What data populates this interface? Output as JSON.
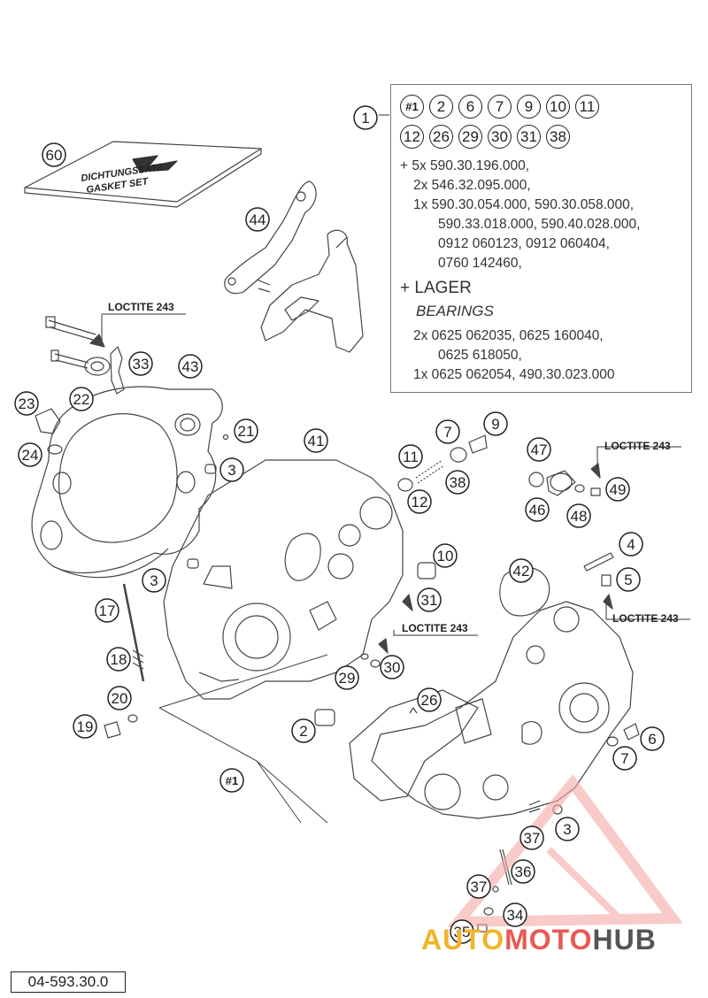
{
  "info_box": {
    "callout": "1",
    "row1": [
      "#1",
      "2",
      "6",
      "7",
      "9",
      "10",
      "11"
    ],
    "row2": [
      "12",
      "26",
      "29",
      "30",
      "31",
      "38"
    ],
    "lines": [
      "+ 5x 590.30.196.000,",
      "2x 546.32.095.000,",
      "1x 590.30.054.000, 590.30.058.000,",
      "590.33.018.000, 590.40.028.000,",
      "0912 060123, 0912 060404,",
      "0760 142460,"
    ],
    "bearings_heading": "+ LAGER",
    "bearings_subheading": "BEARINGS",
    "bearing_lines": [
      "2x 0625 062035, 0625 160040,",
      "0625 618050,",
      "1x 0625 062054, 490.30.023.000"
    ]
  },
  "gasket_set": {
    "callout": "60",
    "line1": "DICHTUNGSSATZ",
    "line2": "GASKET SET"
  },
  "loctite_labels": [
    "LOCTITE 243",
    "LOCTITE 243",
    "LOCTITE 243",
    "LOCTITE 243"
  ],
  "callouts": [
    {
      "n": "44"
    },
    {
      "n": "33"
    },
    {
      "n": "43"
    },
    {
      "n": "22"
    },
    {
      "n": "23"
    },
    {
      "n": "24"
    },
    {
      "n": "21"
    },
    {
      "n": "3"
    },
    {
      "n": "41"
    },
    {
      "n": "11"
    },
    {
      "n": "7"
    },
    {
      "n": "9"
    },
    {
      "n": "38"
    },
    {
      "n": "12"
    },
    {
      "n": "47"
    },
    {
      "n": "49"
    },
    {
      "n": "46"
    },
    {
      "n": "48"
    },
    {
      "n": "3"
    },
    {
      "n": "10"
    },
    {
      "n": "4"
    },
    {
      "n": "5"
    },
    {
      "n": "42"
    },
    {
      "n": "31"
    },
    {
      "n": "17"
    },
    {
      "n": "18"
    },
    {
      "n": "29"
    },
    {
      "n": "30"
    },
    {
      "n": "20"
    },
    {
      "n": "19"
    },
    {
      "n": "2"
    },
    {
      "n": "26"
    },
    {
      "n": "6"
    },
    {
      "n": "7"
    },
    {
      "n": "#1"
    },
    {
      "n": "3"
    },
    {
      "n": "37"
    },
    {
      "n": "36"
    },
    {
      "n": "37"
    },
    {
      "n": "34"
    },
    {
      "n": "35"
    }
  ],
  "footer_code": "04-593.30.0",
  "watermark": {
    "part1": "AUTO",
    "part2": "MOTO",
    "part3": "HUB",
    "color1": "#f0b429",
    "color2": "#e85a55",
    "color3": "#555555"
  }
}
